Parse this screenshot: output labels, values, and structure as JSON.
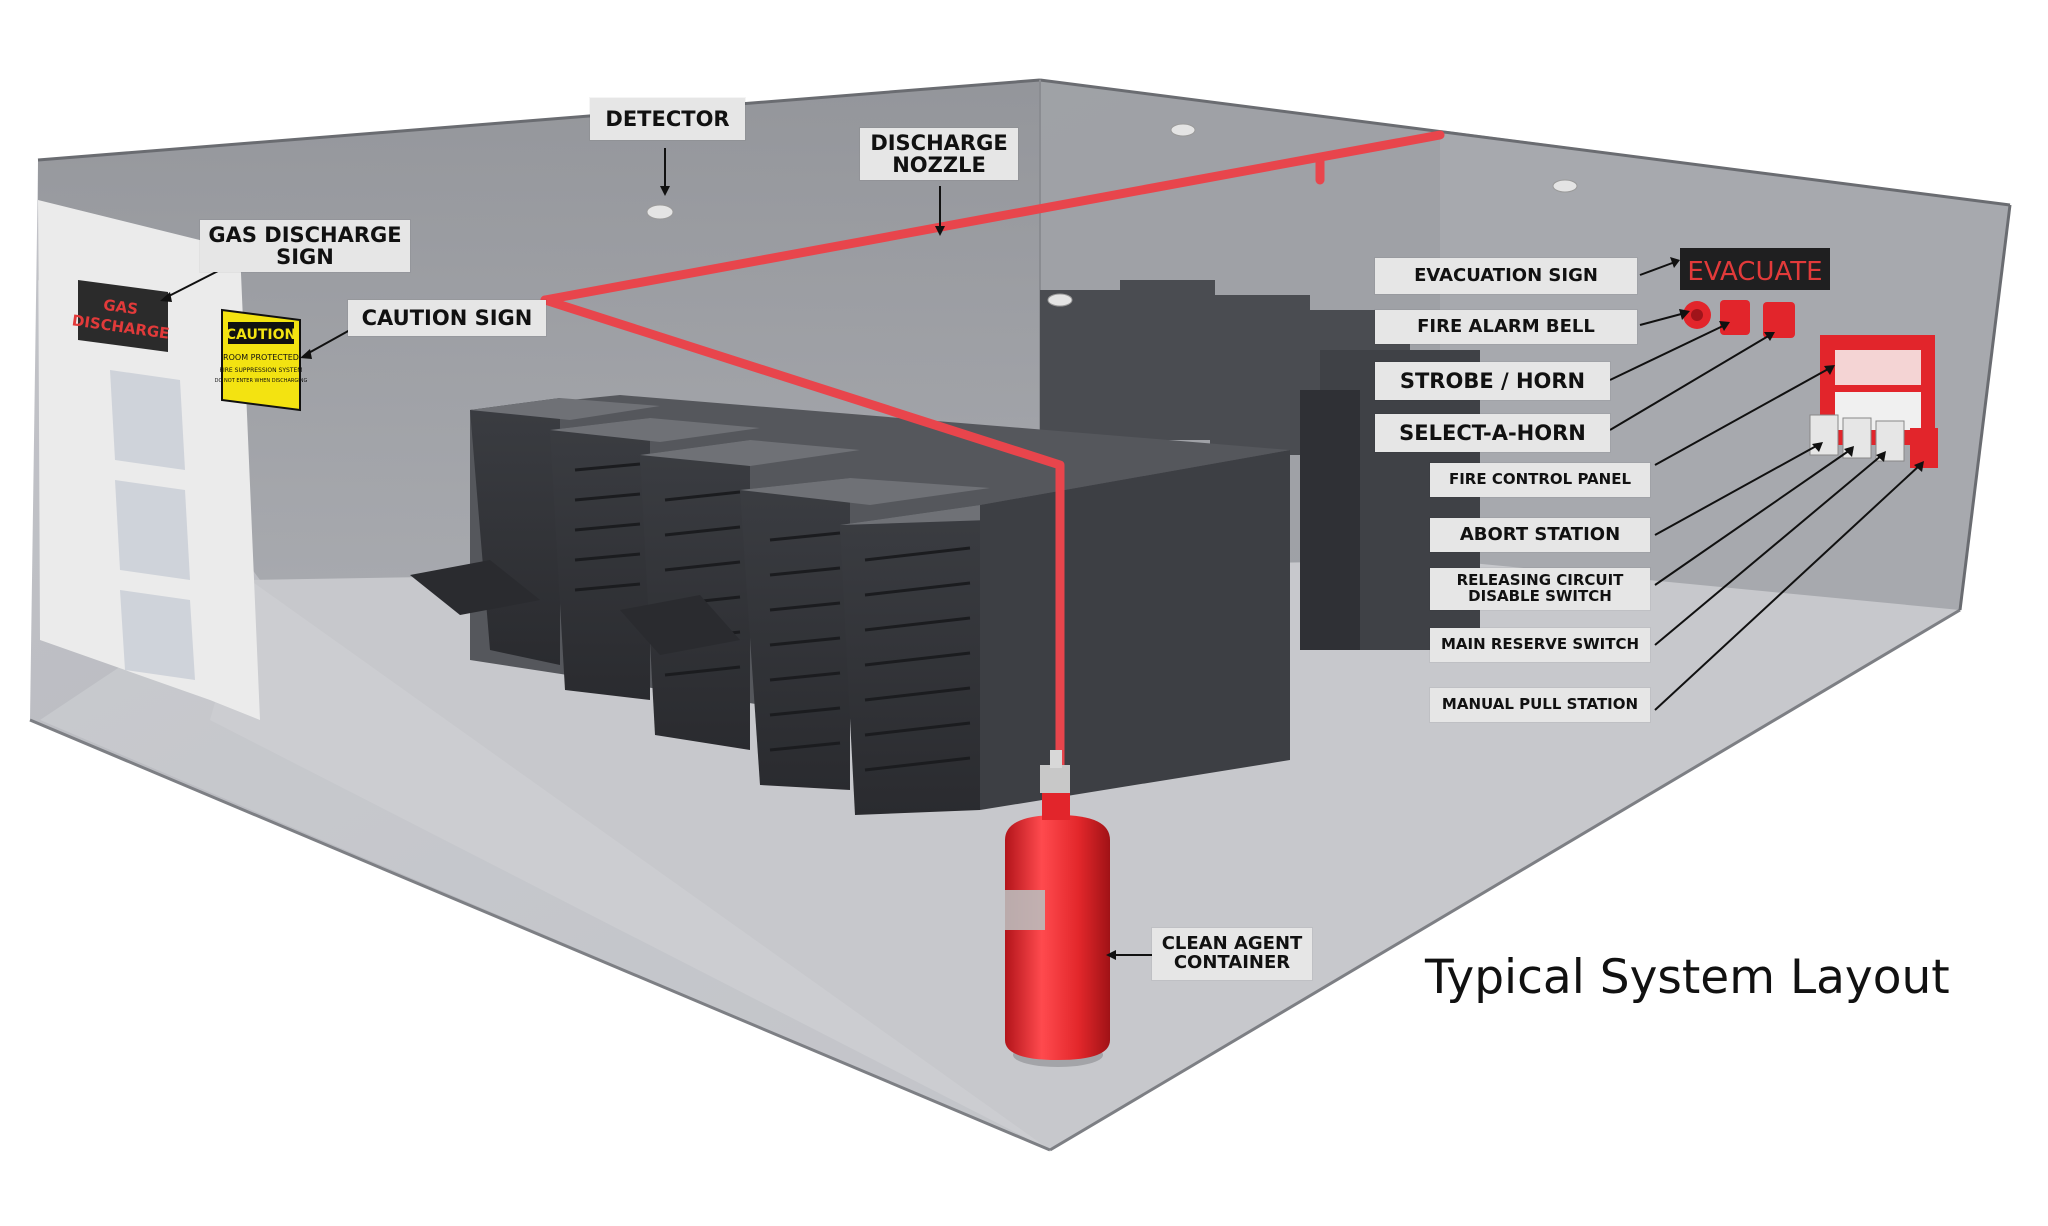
{
  "title": "Typical System Layout",
  "labels": {
    "detector": "DETECTOR",
    "discharge_nozzle": "DISCHARGE\nNOZZLE",
    "gas_discharge_sign": "GAS DISCHARGE\nSIGN",
    "caution_sign": "CAUTION SIGN",
    "evacuation_sign": "EVACUATION SIGN",
    "fire_alarm_bell": "FIRE ALARM BELL",
    "strobe_horn": "STROBE / HORN",
    "select_a_horn": "SELECT-A-HORN",
    "fire_control_panel": "FIRE CONTROL PANEL",
    "abort_station": "ABORT STATION",
    "releasing_circuit": "RELEASING CIRCUIT\nDISABLE SWITCH",
    "main_reserve_switch": "MAIN RESERVE SWITCH",
    "manual_pull_station": "MANUAL PULL STATION",
    "clean_agent_container": "CLEAN AGENT\nCONTAINER"
  },
  "scene_text": {
    "gas_sign_line1": "GAS",
    "gas_sign_line2": "DISCHARGE",
    "caution_header": "CAUTION",
    "caution_line1": "ROOM PROTECTED",
    "caution_line2": "FIRE SUPPRESSION SYSTEM",
    "caution_line3": "DO NOT ENTER WHEN DISCHARGING",
    "evacuate": "EVACUATE"
  },
  "colors": {
    "pipe": "#e8454c",
    "cylinder": "#e3272b",
    "sign_red": "#e23a3a",
    "caution_yellow": "#f3e311",
    "panel_red": "#e2252b"
  }
}
